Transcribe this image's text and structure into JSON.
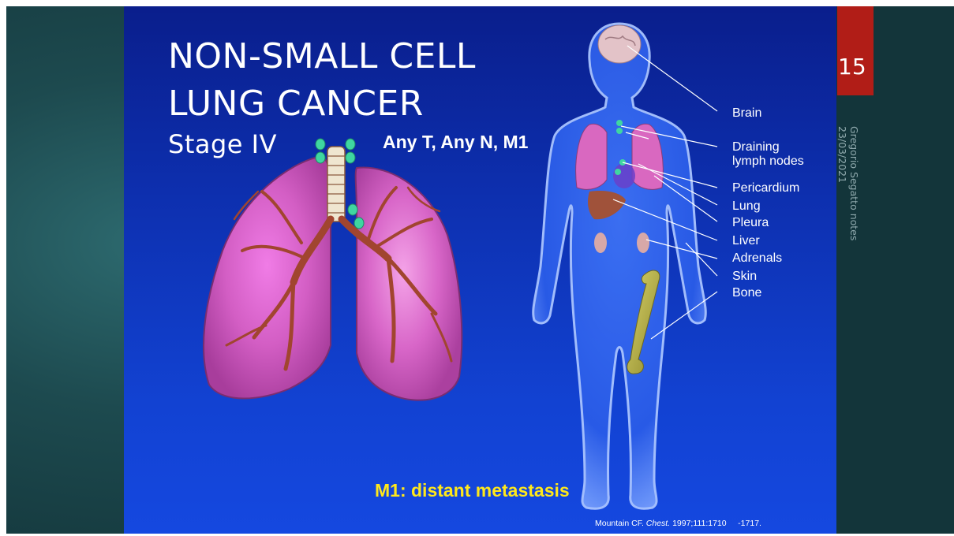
{
  "slide": {
    "title_line1": "NON-SMALL CELL",
    "title_line2": "LUNG CANCER",
    "title_line3": "Stage IV",
    "tnm": "Any T, Any N, M1",
    "m1_caption": "M1: distant metastasis",
    "citation_author": "Mountain CF.",
    "citation_journal": "Chest.",
    "citation_ref": "1997;111:1710     -1717.",
    "page_number": "15",
    "side_note_author": "Gregorio Segatto notes",
    "side_note_date": "23/03/2021"
  },
  "organ_labels": {
    "brain": "Brain",
    "lymph_1": "Draining",
    "lymph_2": "lymph nodes",
    "pericardium": "Pericardium",
    "lung": "Lung",
    "pleura": "Pleura",
    "liver": "Liver",
    "adrenals": "Adrenals",
    "skin": "Skin",
    "bone": "Bone"
  },
  "colors": {
    "panel_blue": "#1242d2",
    "accent_red": "#b11d17",
    "caption_yellow": "#ffe81a",
    "lung_pink": "#d65fc4"
  }
}
